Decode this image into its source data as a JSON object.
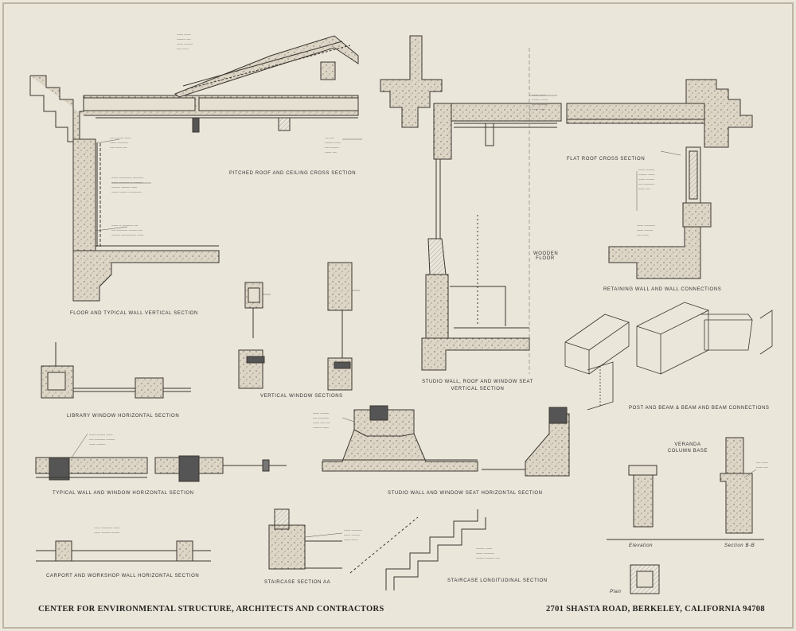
{
  "footer": {
    "left": "CENTER FOR ENVIRONMENTAL STRUCTURE, ARCHITECTS AND CONTRACTORS",
    "right": "2701 SHASTA ROAD, BERKELEY, CALIFORNIA 94708"
  },
  "captions": {
    "pitched_roof": "PITCHED ROOF AND CEILING CROSS SECTION",
    "floor_wall": "FLOOR AND TYPICAL WALL VERTICAL SECTION",
    "flat_roof": "FLAT ROOF CROSS SECTION",
    "wooden_floor": "WOODEN FLOOR",
    "retaining_wall": "RETAINING WALL AND WALL CONNECTIONS",
    "vertical_window": "VERTICAL WINDOW SECTIONS",
    "studio_wall_vertical": "STUDIO WALL, ROOF AND WINDOW SEAT VERTICAL SECTION",
    "library_window": "LIBRARY WINDOW HORIZONTAL SECTION",
    "post_beam": "POST AND BEAM & BEAM AND BEAM CONNECTIONS",
    "typical_wall_window": "TYPICAL WALL AND WINDOW HORIZONTAL SECTION",
    "studio_wall_horizontal": "STUDIO WALL AND WINDOW SEAT HORIZONTAL SECTION",
    "veranda": "VERANDA COLUMN BASE",
    "carport": "CARPORT AND WORKSHOP WALL HORIZONTAL SECTION",
    "staircase_section": "STAIRCASE SECTION AA",
    "staircase_long": "STAIRCASE LONGITUDINAL SECTION",
    "elevation": "Elevation",
    "section_b": "Section B-B",
    "plan": "Plan"
  }
}
